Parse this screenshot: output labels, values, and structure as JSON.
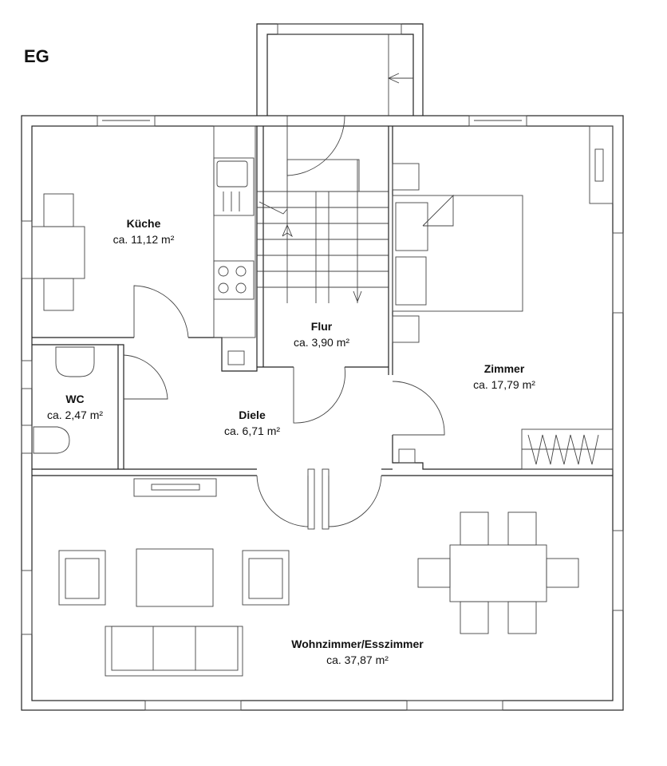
{
  "floor_label": "EG",
  "rooms": [
    {
      "name": "Küche",
      "area": "ca. 11,12 m²"
    },
    {
      "name": "Flur",
      "area": "ca. 3,90 m²"
    },
    {
      "name": "Zimmer",
      "area": "ca. 17,79 m²"
    },
    {
      "name": "WC",
      "area": "ca. 2,47 m²"
    },
    {
      "name": "Diele",
      "area": "ca. 6,71 m²"
    },
    {
      "name": "Wohnzimmer/Esszimmer",
      "area": "ca. 37,87 m²"
    }
  ]
}
